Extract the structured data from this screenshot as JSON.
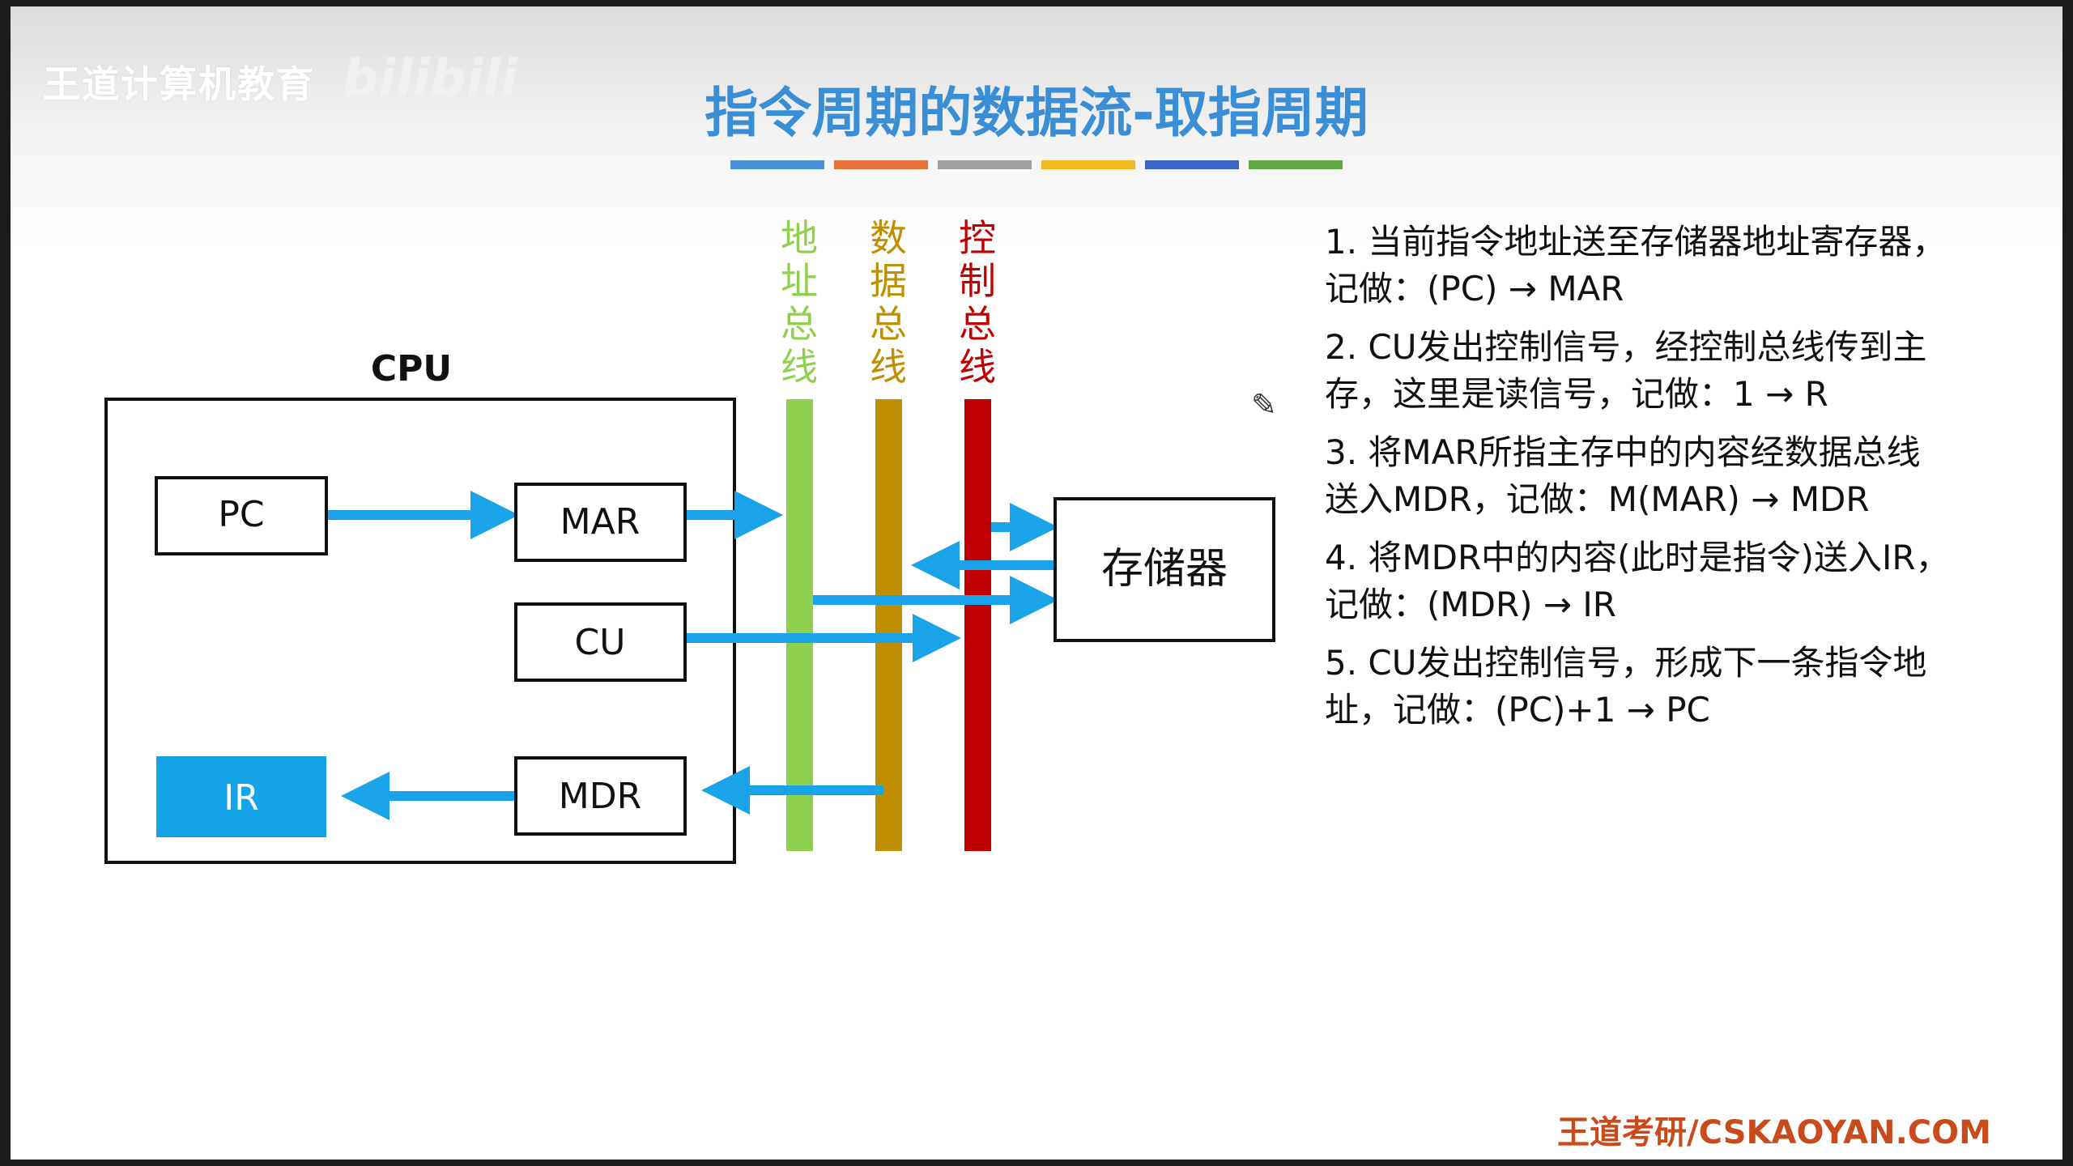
{
  "watermark": {
    "text": "王道计算机教育",
    "logo": "bilibili"
  },
  "title": "指令周期的数据流-取指周期",
  "title_bar_colors": [
    "#4a8fd8",
    "#e8733a",
    "#a0a0a0",
    "#f4b81c",
    "#3c64c8",
    "#62a844"
  ],
  "cpu_label": "CPU",
  "registers": {
    "pc": "PC",
    "mar": "MAR",
    "cu": "CU",
    "ir": "IR",
    "mdr": "MDR"
  },
  "memory": "存储器",
  "buses": {
    "address": {
      "label": "地址总线",
      "chars": [
        "地",
        "址",
        "总",
        "线"
      ],
      "color": "#8fd14f"
    },
    "data": {
      "label": "数据总线",
      "chars": [
        "数",
        "据",
        "总",
        "线"
      ],
      "color": "#bf8f00"
    },
    "control": {
      "label": "控制总线",
      "chars": [
        "控",
        "制",
        "总",
        "线"
      ],
      "color": "#c00000"
    }
  },
  "colors": {
    "arrow": "#1aa3e8",
    "ir_fill": "#14a3e6",
    "title": "#3a8ed6",
    "footer": "#c94a1a"
  },
  "steps": [
    {
      "line1": "1. 当前指令地址送至存储器地址寄存器，",
      "line2": "记做：(PC) → MAR"
    },
    {
      "line1": "2. CU发出控制信号，经控制总线传到主",
      "line2": "存，这里是读信号，记做：1 → R"
    },
    {
      "line1": "3. 将MAR所指主存中的内容经数据总线",
      "line2": "送入MDR，记做：M(MAR) → MDR"
    },
    {
      "line1": "4. 将MDR中的内容(此时是指令)送入IR，",
      "line2": "记做：(MDR) → IR"
    },
    {
      "line1": "5. CU发出控制信号，形成下一条指令地",
      "line2": "址，记做：(PC)+1 → PC"
    }
  ],
  "footer": "王道考研/CSKAOYAN.COM"
}
